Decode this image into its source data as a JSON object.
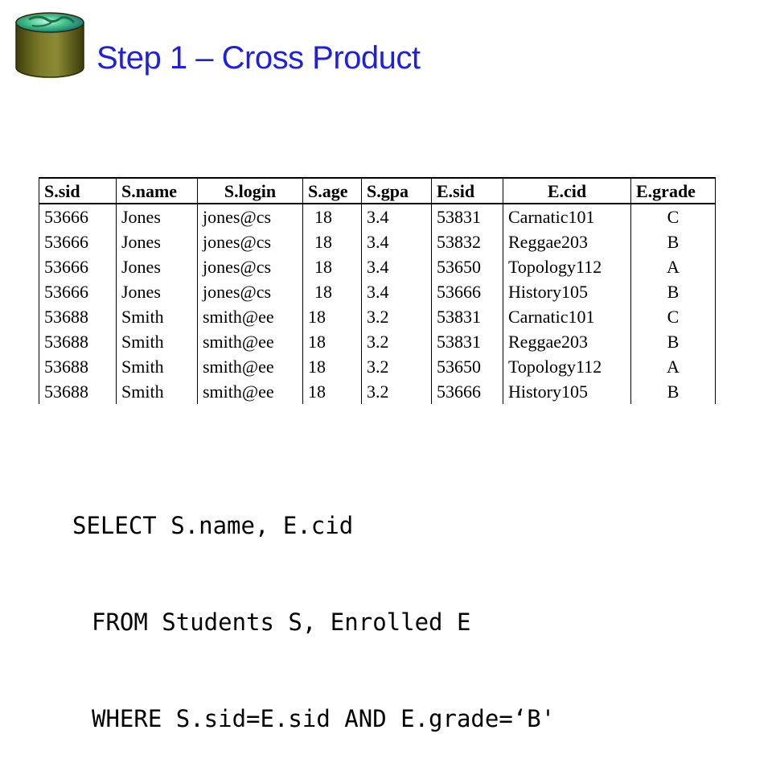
{
  "slide": {
    "title": "Step 1 – Cross Product",
    "logo_icon": "database-cylinder-icon"
  },
  "table": {
    "columns": [
      "S.sid",
      "S.name",
      "S.login",
      "S.age",
      "S.gpa",
      "E.sid",
      "E.cid",
      "E.grade"
    ],
    "rows": [
      [
        "53666",
        "Jones",
        "jones@cs",
        "18",
        "3.4",
        "53831",
        "Carnatic101",
        "C"
      ],
      [
        "53666",
        "Jones",
        "jones@cs",
        "18",
        "3.4",
        "53832",
        "Reggae203",
        "B"
      ],
      [
        "53666",
        "Jones",
        "jones@cs",
        "18",
        "3.4",
        "53650",
        "Topology112",
        "A"
      ],
      [
        "53666",
        "Jones",
        "jones@cs",
        "18",
        "3.4",
        "53666",
        "History105",
        "B"
      ],
      [
        "53688",
        "Smith",
        "smith@ee",
        "18",
        "3.2",
        "53831",
        "Carnatic101",
        "C"
      ],
      [
        "53688",
        "Smith",
        "smith@ee",
        "18",
        "3.2",
        "53831",
        "Reggae203",
        "B"
      ],
      [
        "53688",
        "Smith",
        "smith@ee",
        "18",
        "3.2",
        "53650",
        "Topology112",
        "A"
      ],
      [
        "53688",
        "Smith",
        "smith@ee",
        "18",
        "3.2",
        "53666",
        "History105",
        "B"
      ]
    ]
  },
  "sql": {
    "line1": "SELECT S.name, E.cid",
    "line2": "FROM Students S, Enrolled E",
    "line3": "WHERE S.sid=E.sid AND E.grade=‘B'"
  },
  "colors": {
    "title": "#1f1fe0",
    "logo_body": "#6b6b1e",
    "logo_top": "#2fa86e"
  }
}
